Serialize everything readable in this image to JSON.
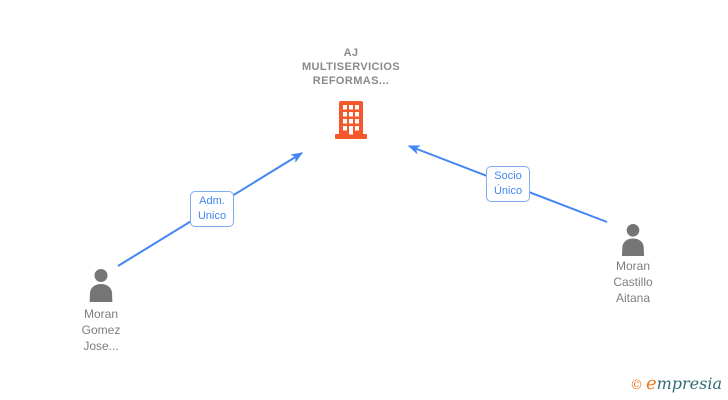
{
  "diagram": {
    "company": {
      "name_lines": [
        "AJ",
        "MULTISERVICIOS",
        "REFORMAS..."
      ],
      "icon": "building-icon"
    },
    "persons": [
      {
        "name_lines": [
          "Moran",
          "Gomez",
          "Jose..."
        ],
        "icon": "person-icon"
      },
      {
        "name_lines": [
          "Moran",
          "Castillo",
          "Aitana"
        ],
        "icon": "person-icon"
      }
    ],
    "edges": [
      {
        "label_lines": [
          "Adm.",
          "Unico"
        ],
        "from": "Moran Gomez Jose...",
        "to": "AJ MULTISERVICIOS REFORMAS...",
        "direction": "person-to-company"
      },
      {
        "label_lines": [
          "Socio",
          "Único"
        ],
        "from": "Moran Castillo Aitana",
        "to": "AJ MULTISERVICIOS REFORMAS...",
        "direction": "person-to-company"
      }
    ],
    "colors": {
      "edge_blue": "#4285f4",
      "label_border_blue": "#7fadf2",
      "building_orange": "#f4582b",
      "person_gray": "#757575",
      "name_text_gray": "#7e7e7e",
      "title_text_gray": "#8a8a8a"
    }
  },
  "watermark": {
    "copyright_symbol": "©",
    "brand_initial": "e",
    "brand_rest": "mpresia",
    "copyright_color": "#ed7622",
    "brand_initial_color": "#f07c1a",
    "brand_rest_color": "#336b79"
  }
}
